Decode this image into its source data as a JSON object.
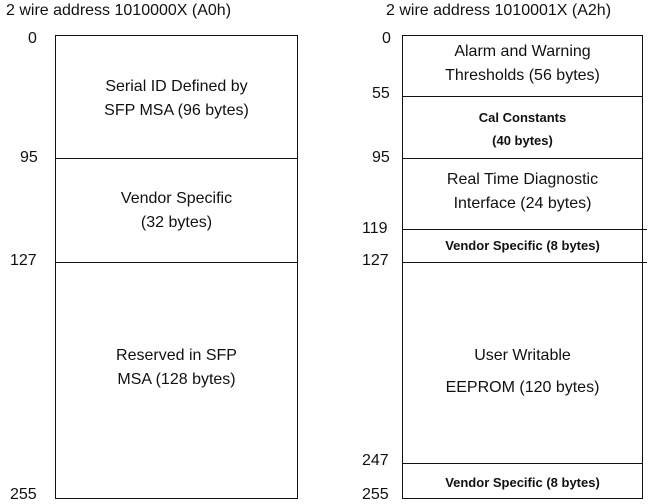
{
  "left": {
    "title": "2 wire address 1010000X (A0h)",
    "addresses": [
      "0",
      "95",
      "127",
      "255"
    ],
    "segments": [
      {
        "lines": [
          "Serial ID Defined by",
          "SFP MSA (96 bytes)"
        ]
      },
      {
        "lines": [
          "Vendor Specific",
          "(32 bytes)"
        ]
      },
      {
        "lines": [
          "Reserved in SFP",
          "MSA (128 bytes)"
        ]
      }
    ]
  },
  "right": {
    "title": "2 wire address 1010001X (A2h)",
    "addresses": [
      "0",
      "55",
      "95",
      "119",
      "127",
      "247",
      "255"
    ],
    "segments": [
      {
        "lines": [
          "Alarm and Warning",
          "Thresholds (56 bytes)"
        ]
      },
      {
        "lines": [
          "Cal Constants",
          "(40 bytes)"
        ]
      },
      {
        "lines": [
          "Real Time Diagnostic",
          "Interface (24 bytes)"
        ]
      },
      {
        "lines": [
          "Vendor Specific (8 bytes)"
        ]
      },
      {
        "lines": [
          "User Writable",
          "EEPROM (120 bytes)"
        ]
      },
      {
        "lines": [
          "Vendor Specific (8 bytes)"
        ]
      }
    ]
  }
}
